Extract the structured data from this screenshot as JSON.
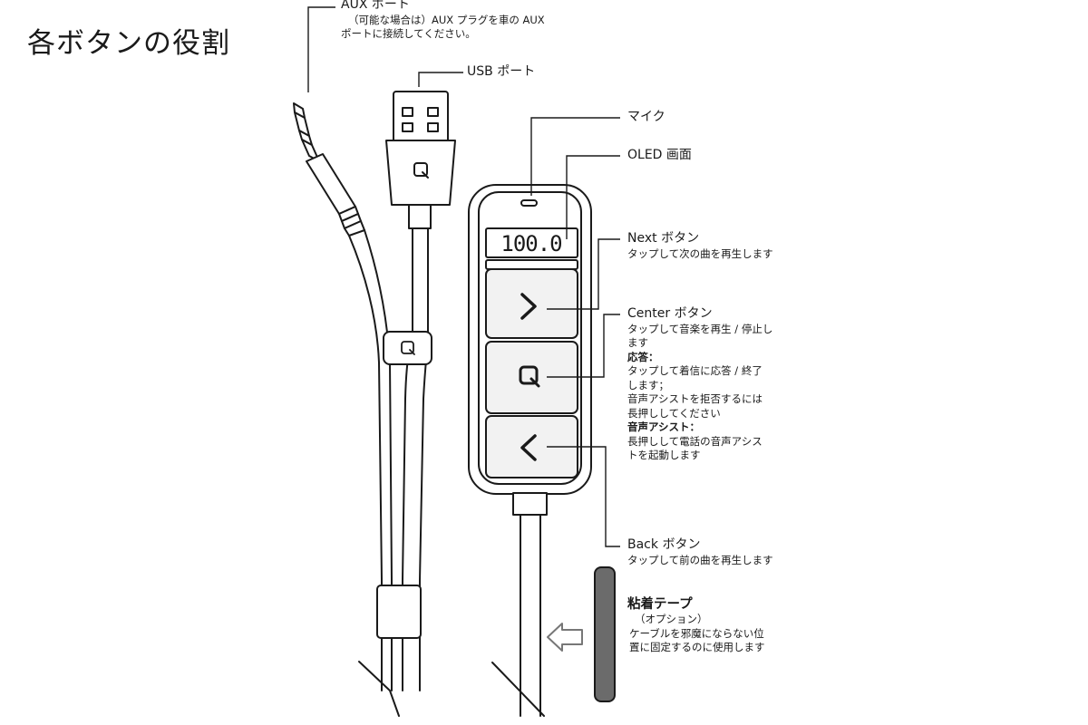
{
  "title": "各ボタンの役割",
  "screen_value": "100.0",
  "labels": {
    "aux": {
      "heading": "AUX ポート",
      "desc_line1": "（可能な場合は）AUX プラグを車の AUX",
      "desc_line2": "ポートに接続してください。"
    },
    "usb": {
      "heading": "USB ポート"
    },
    "mic": {
      "heading": "マイク"
    },
    "oled": {
      "heading": "OLED 画面"
    },
    "next": {
      "heading": "Next ボタン",
      "desc": "タップして次の曲を再生します"
    },
    "center": {
      "heading": "Center ボタン",
      "desc_line1": "タップして音楽を再生 / 停止し",
      "desc_line2": "ます",
      "answer_title": "応答：",
      "answer_line1": "タップして着信に応答 / 終了",
      "answer_line2": "します；",
      "answer_line3": "音声アシストを拒否するには",
      "answer_line4": "長押ししてください",
      "assist_title": "音声アシスト：",
      "assist_line1": "長押しして電話の音声アシス",
      "assist_line2": "トを起動します"
    },
    "back": {
      "heading": "Back ボタン",
      "desc": "タップして前の曲を再生します"
    },
    "tape": {
      "heading": "粘着テープ",
      "desc_line1": "（オプション）",
      "desc_line2": "ケーブルを邪魔にならない位",
      "desc_line3": "置に固定するのに使用します"
    }
  },
  "icons": {
    "next": "chevron-right-icon",
    "center": "q-logo-icon",
    "back": "chevron-left-icon",
    "usb_logo": "q-logo-icon",
    "clip_logo": "q-logo-icon",
    "tape_arrow": "arrow-left-icon"
  },
  "colors": {
    "line": "#1a1a1a",
    "tape": "#6b6b6b",
    "button_fill": "#f2f2f2"
  }
}
